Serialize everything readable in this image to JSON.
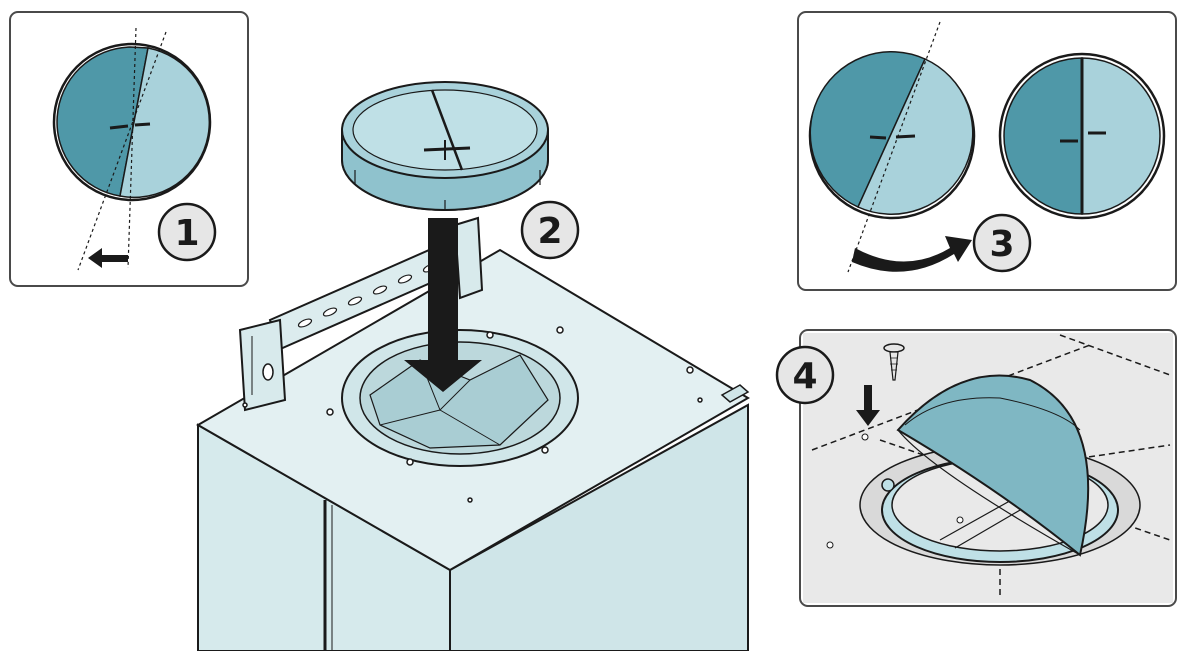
{
  "steps": [
    {
      "label": "1"
    },
    {
      "label": "2"
    },
    {
      "label": "3"
    },
    {
      "label": "4"
    }
  ],
  "colors": {
    "damper_dark": "#4f98a8",
    "damper_light": "#a9d2db",
    "hood_body": "#d6eaec",
    "hood_top": "#e3f0f2",
    "panel_background": "#e9e9e9",
    "badge_fill": "#e6e6e6",
    "outline": "#1a1a1a"
  }
}
